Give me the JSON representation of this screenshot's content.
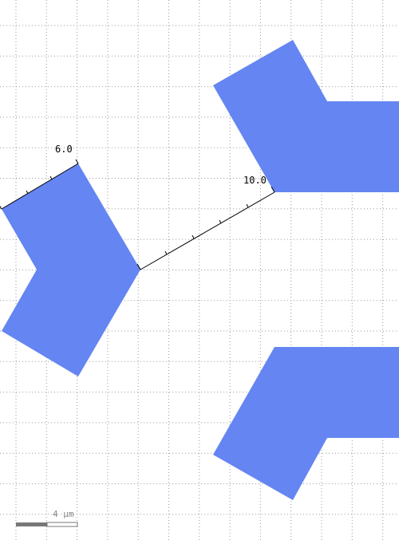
{
  "colors": {
    "background": "#ffffff",
    "grid": "#9a9a9a",
    "shape_fill": "#6485f2",
    "dimension_line": "#000000",
    "scalebar_dark": "#777777",
    "scalebar_light": "#ffffff"
  },
  "dimensions": {
    "short_edge": {
      "label": "6.0"
    },
    "gap": {
      "label": "10.0"
    }
  },
  "scale_bar": {
    "label": "4 µm"
  }
}
